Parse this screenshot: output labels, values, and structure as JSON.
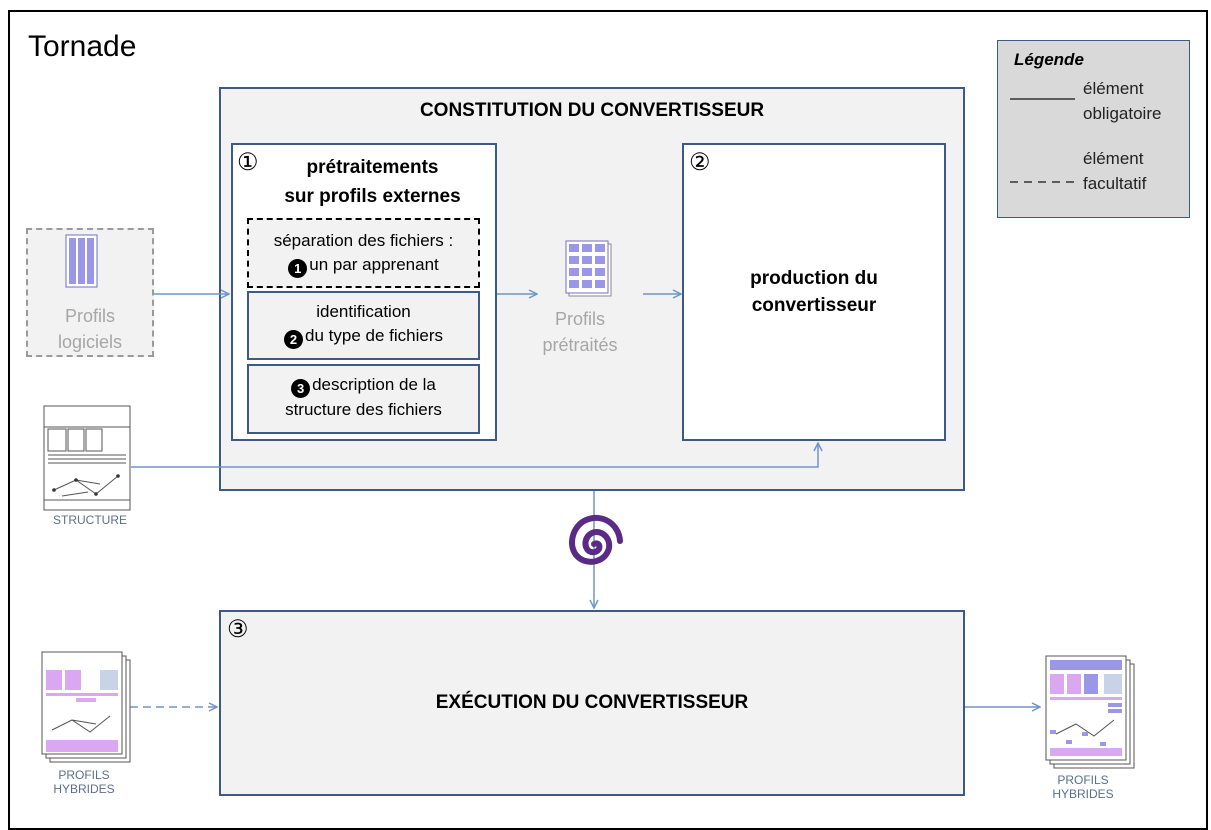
{
  "title": "Tornade",
  "constitution": {
    "title": "CONSTITUTION DU CONVERTISSEUR"
  },
  "pretraitements": {
    "number": "①",
    "title_line1": "prétraitements",
    "title_line2": "sur profils externes",
    "steps": [
      {
        "marker": "1",
        "line1": "séparation des fichiers :",
        "line2": "un par apprenant",
        "optional": true
      },
      {
        "marker": "2",
        "line1": "identification",
        "line2": "du type de fichiers",
        "optional": false
      },
      {
        "marker": "3",
        "line1": "description de la",
        "line2": "structure des fichiers",
        "optional": false
      }
    ]
  },
  "production": {
    "number": "②",
    "line1": "production du",
    "line2": "convertisseur"
  },
  "execution": {
    "number": "③",
    "title": "EXÉCUTION DU CONVERTISSEUR"
  },
  "legend": {
    "title": "Légende",
    "solid_line1": "élément",
    "solid_line2": "obligatoire",
    "dashed_line1": "élément",
    "dashed_line2": "facultatif"
  },
  "inputs": {
    "profils_logiciels_line1": "Profils",
    "profils_logiciels_line2": "logiciels",
    "profils_pretraites_line1": "Profils",
    "profils_pretraites_line2": "prétraités",
    "structure": "STRUCTURE",
    "profils_hybrides_in_line1": "PROFILS",
    "profils_hybrides_in_line2": "HYBRIDES",
    "profils_hybrides_out_line1": "PROFILS",
    "profils_hybrides_out_line2": "HYBRIDES"
  },
  "colors": {
    "border": "#3b5a86",
    "arrow": "#6f95c8",
    "lavender": "#9a96e8",
    "purple": "#5b2a86"
  }
}
